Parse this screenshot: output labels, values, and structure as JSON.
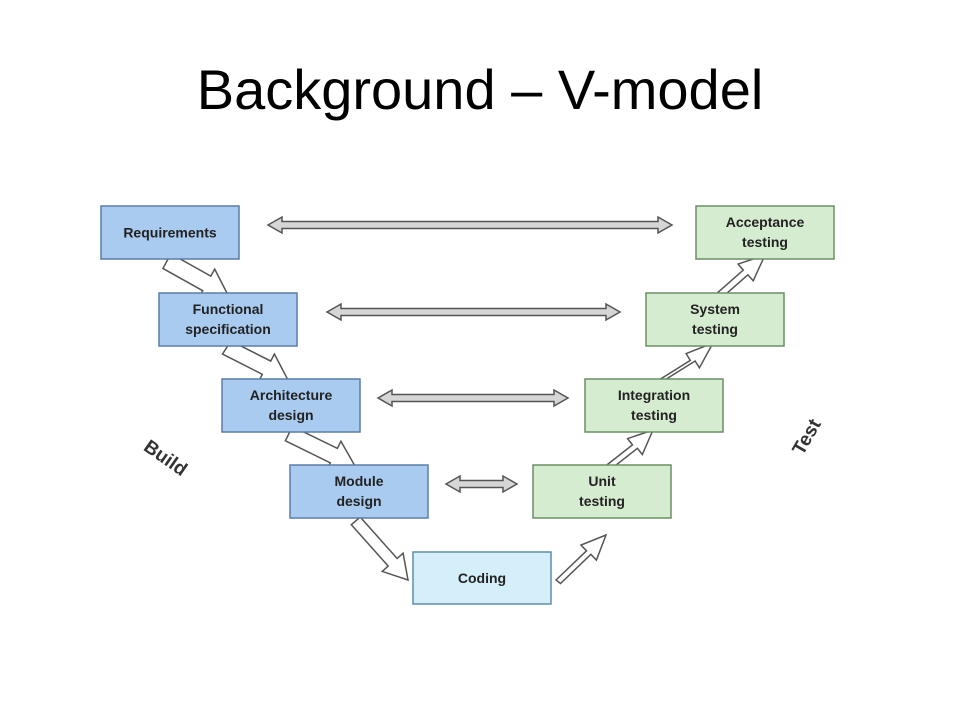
{
  "slide": {
    "title": "Background – V-model"
  },
  "diagram": {
    "build_label": "Build",
    "test_label": "Test",
    "colors": {
      "build_fill": "#a9cbef",
      "build_stroke": "#5a7da8",
      "test_fill": "#d6ecd0",
      "test_stroke": "#6a8f64",
      "coding_fill": "#d4eefa",
      "coding_stroke": "#5f8fab",
      "arrow_fill": "#ffffff",
      "arrow_stroke": "#555555",
      "link_fill": "#d6d6d6",
      "link_stroke": "#555555"
    },
    "build_steps": [
      {
        "line1": "Requirements",
        "line2": ""
      },
      {
        "line1": "Functional",
        "line2": "specification"
      },
      {
        "line1": "Architecture",
        "line2": "design"
      },
      {
        "line1": "Module",
        "line2": "design"
      }
    ],
    "coding": {
      "line1": "Coding",
      "line2": ""
    },
    "test_steps": [
      {
        "line1": "Unit",
        "line2": "testing"
      },
      {
        "line1": "Integration",
        "line2": "testing"
      },
      {
        "line1": "System",
        "line2": "testing"
      },
      {
        "line1": "Acceptance",
        "line2": "testing"
      }
    ]
  }
}
